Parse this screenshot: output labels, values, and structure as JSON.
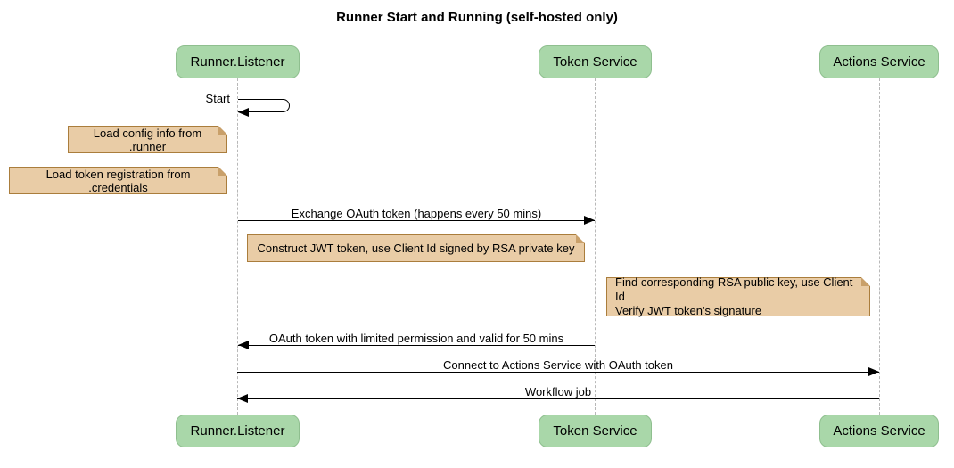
{
  "title": "Runner Start and Running (self-hosted only)",
  "participants": [
    {
      "label": "Runner.Listener"
    },
    {
      "label": "Token Service"
    },
    {
      "label": "Actions Service"
    }
  ],
  "messages": [
    {
      "label": "Start",
      "from": "Runner.Listener",
      "to": "Runner.Listener",
      "kind": "self"
    },
    {
      "label": "Exchange OAuth token (happens every 50 mins)",
      "from": "Runner.Listener",
      "to": "Token Service",
      "kind": "solid-arrow"
    },
    {
      "label": "OAuth token with limited permission and valid for 50 mins",
      "from": "Token Service",
      "to": "Runner.Listener",
      "kind": "solid-arrow"
    },
    {
      "label": "Connect to Actions Service with OAuth token",
      "from": "Runner.Listener",
      "to": "Actions Service",
      "kind": "solid-arrow"
    },
    {
      "label": "Workflow job",
      "from": "Actions Service",
      "to": "Runner.Listener",
      "kind": "solid-arrow"
    }
  ],
  "notes": [
    {
      "text": "Load config info from .runner"
    },
    {
      "text": "Load token registration from .credentials"
    },
    {
      "text": "Construct JWT token, use Client Id signed by RSA private key"
    },
    {
      "lines": [
        "Find corresponding RSA public key, use Client Id",
        "Verify JWT token's signature"
      ]
    }
  ],
  "colors": {
    "background": "#ffffff",
    "participant_fill": "#a9d7a9",
    "participant_border": "#8fbf8f",
    "note_fill": "#e9cca6",
    "note_border": "#aa7d3c",
    "note_fold": "#c9a06a",
    "line": "#000000",
    "lifeline": "#b8b8b8",
    "text": "#000000"
  }
}
